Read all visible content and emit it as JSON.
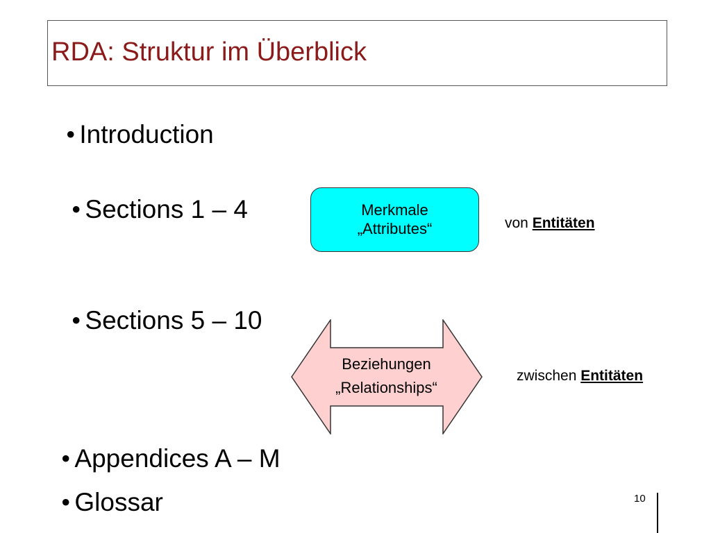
{
  "slide": {
    "title": "RDA: Struktur im Überblick",
    "bullets": {
      "introduction": "Introduction",
      "sections_1_4": "Sections 1 – 4",
      "sections_5_10": "Sections 5 – 10",
      "appendices": "Appendices A – M",
      "glossar": "Glossar"
    },
    "attributes_box": {
      "line1": "Merkmale",
      "line2": "„Attributes“",
      "color": "#00ffff"
    },
    "relationships_arrow": {
      "line1": "Beziehungen",
      "line2": "„Relationships“",
      "color": "#ffd0d0"
    },
    "von_label": {
      "prefix": "von",
      "bold": "Entitäten"
    },
    "zwischen_label": {
      "prefix": "zwischen",
      "bold": "Entitäten"
    },
    "page_number": "10",
    "title_color": "#8b1a1a"
  }
}
